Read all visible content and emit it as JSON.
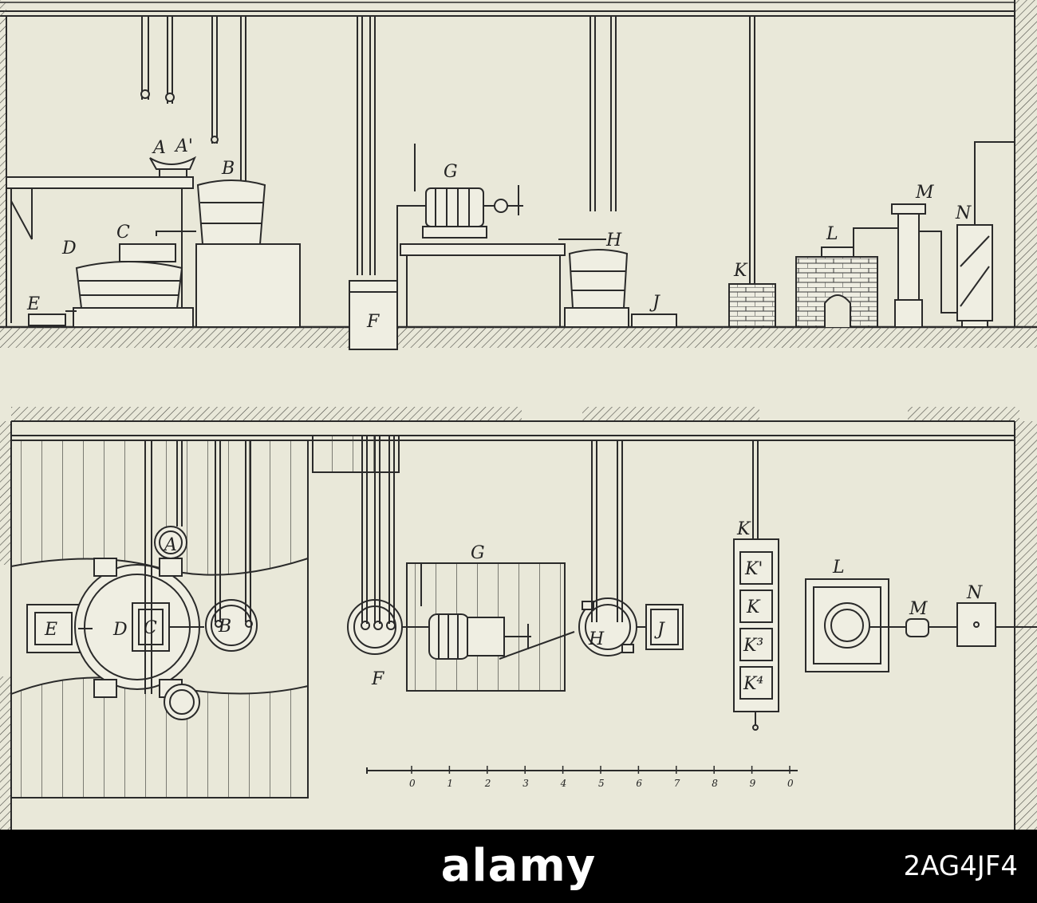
{
  "elevation_labels": {
    "A": "A",
    "A2": "A'",
    "B": "B",
    "C": "C",
    "D": "D",
    "E": "E",
    "F": "F",
    "G": "G",
    "H": "H",
    "J": "J",
    "K": "K",
    "L": "L",
    "M": "M",
    "N": "N"
  },
  "plan_labels": {
    "A": "A",
    "B": "B",
    "C": "C",
    "D": "D",
    "E": "E",
    "F": "F",
    "G": "G",
    "H": "H",
    "J": "J",
    "K": "K",
    "K1": "K'",
    "K2": "K",
    "K3": "K³",
    "K4": "K⁴",
    "L": "L",
    "M": "M",
    "N": "N"
  },
  "scale": {
    "ticks": [
      "0",
      "1",
      "2",
      "3",
      "4",
      "5",
      "6",
      "7",
      "8",
      "9",
      "0"
    ]
  },
  "footer": {
    "logo_text": "alamy",
    "image_id": "2AG4JF4"
  },
  "colors": {
    "paper": "#e9e8d9",
    "ink": "#2a2a2a",
    "footer": "#000000"
  }
}
